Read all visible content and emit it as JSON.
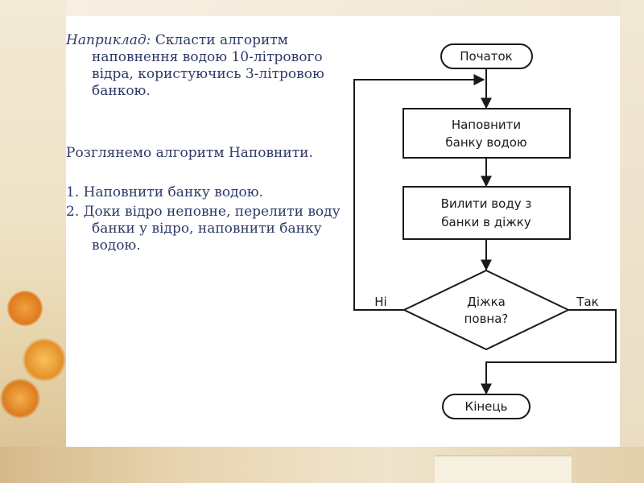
{
  "text": {
    "example_label": "Наприклад:",
    "example_body": "Скласти алгоритм наповнення водою 10-літрового відра, користуючись 3-літровою банкою.",
    "intro": "Розглянемо алгоритм Наповнити.",
    "step1": "1. Наповнити банку водою.",
    "step2": "2. Доки відро неповне, перелити воду з банки у відро, наповнити банку водою."
  },
  "flowchart": {
    "start": "Початок",
    "box1_line1": "Наповнити",
    "box1_line2": "банку водою",
    "box2_line1": "Вилити воду з",
    "box2_line2": "банки в діжку",
    "decision_line1": "Діжка",
    "decision_line2": "повна?",
    "no_label": "Ні",
    "yes_label": "Так",
    "end": "Кінець"
  }
}
